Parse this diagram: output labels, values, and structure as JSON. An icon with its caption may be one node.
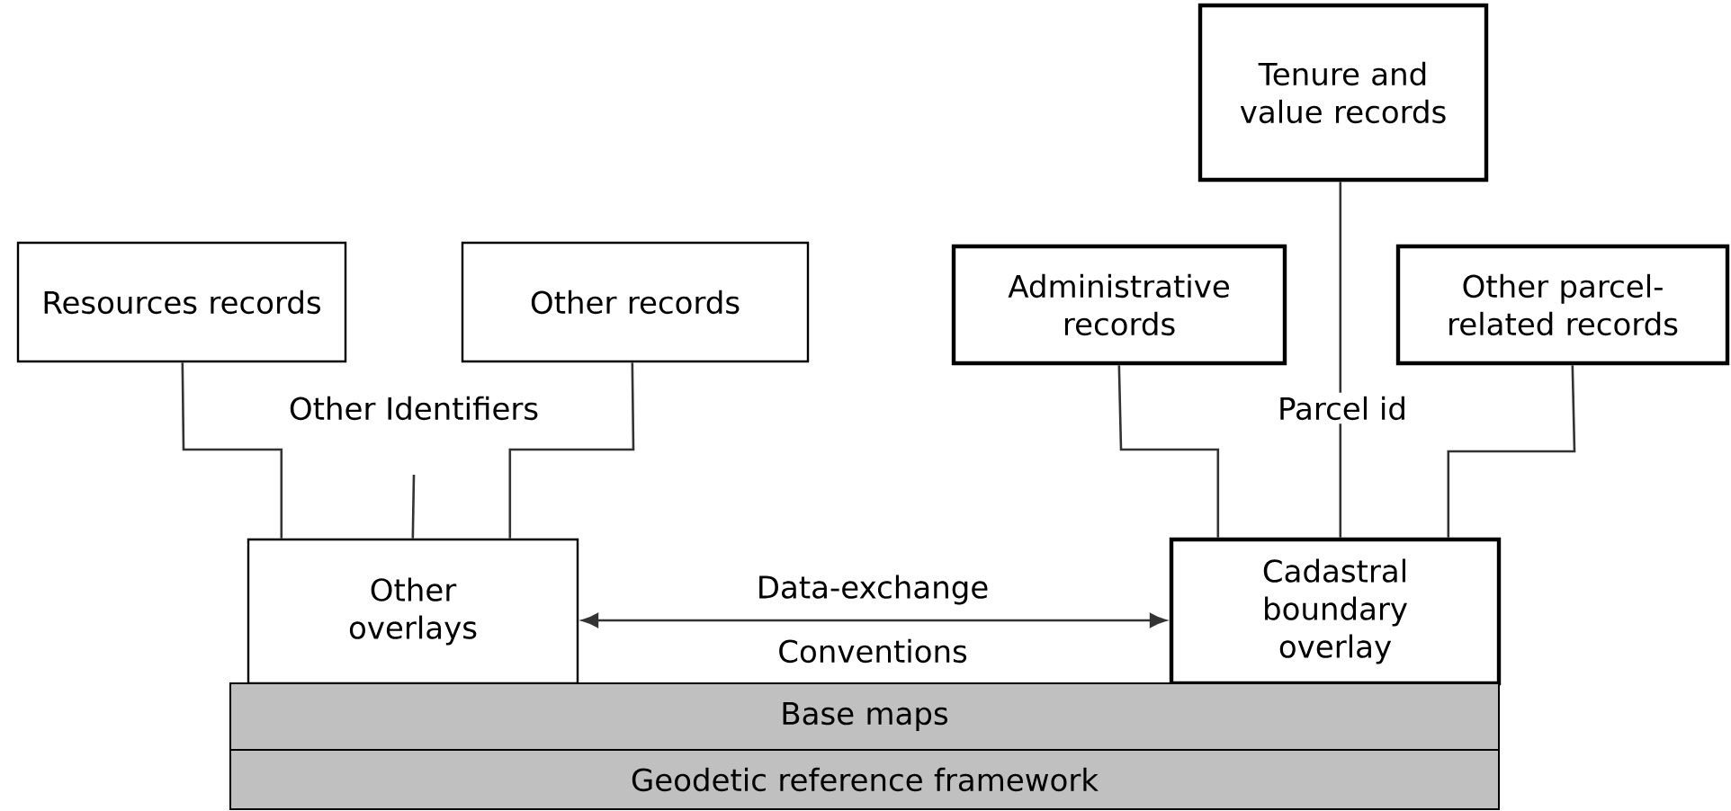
{
  "diagram": {
    "nodes": [
      {
        "text": [
          "Tenure and value records"
        ]
      },
      {
        "text": [
          "Resources records"
        ]
      },
      {
        "text": [
          "Other records"
        ]
      },
      {
        "text": [
          "Administrative records"
        ]
      },
      {
        "text": [
          "Other parcel-related records"
        ]
      },
      {
        "text": [
          "Other overlays"
        ]
      },
      {
        "text": [
          "Cadastral boundary overlay"
        ]
      },
      {
        "text": [
          "Base maps"
        ]
      },
      {
        "text": [
          "Geodetic reference framework"
        ]
      }
    ],
    "edges": [
      {
        "from": 1,
        "to": 5,
        "arrow": "none"
      },
      {
        "from": 2,
        "to": 5,
        "arrow": "none"
      },
      {
        "from": null,
        "to": 5,
        "arrow": "none"
      },
      {
        "from": 3,
        "to": 6,
        "arrow": "none"
      },
      {
        "from": 0,
        "to": 6,
        "arrow": "none",
        "label": "Parcel id"
      },
      {
        "from": 4,
        "to": 6,
        "arrow": "none"
      },
      {
        "from": 5,
        "to": 6,
        "arrow": "both",
        "label": "Data-exchange"
      }
    ],
    "labels": [
      "Other Identifiers",
      "Conventions"
    ]
  }
}
